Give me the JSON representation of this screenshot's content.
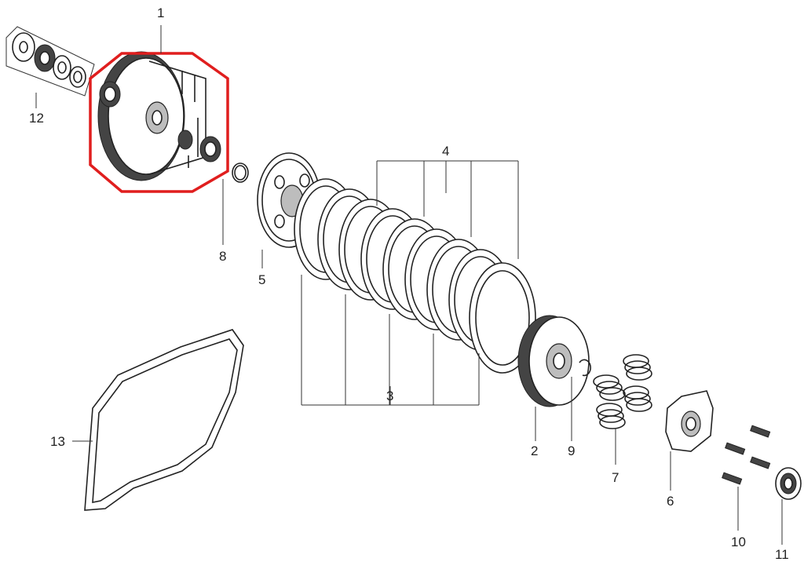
{
  "diagram": {
    "highlight_color": "#e01e1e",
    "callouts": [
      {
        "id": "1",
        "text": "1"
      },
      {
        "id": "2",
        "text": "2"
      },
      {
        "id": "3",
        "text": "3"
      },
      {
        "id": "4",
        "text": "4"
      },
      {
        "id": "5",
        "text": "5"
      },
      {
        "id": "6",
        "text": "6"
      },
      {
        "id": "7",
        "text": "7"
      },
      {
        "id": "8",
        "text": "8"
      },
      {
        "id": "9",
        "text": "9"
      },
      {
        "id": "10",
        "text": "10"
      },
      {
        "id": "11",
        "text": "11"
      },
      {
        "id": "12",
        "text": "12"
      },
      {
        "id": "13",
        "text": "13"
      }
    ]
  }
}
